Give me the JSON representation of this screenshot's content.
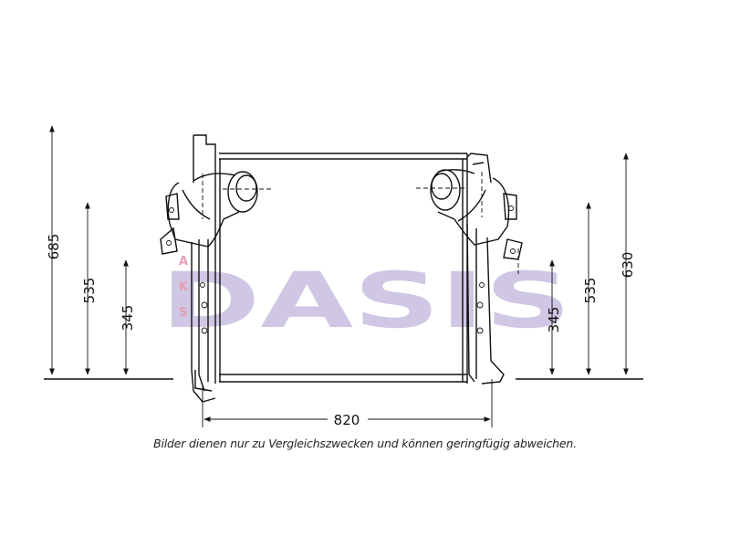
{
  "logo": {
    "text": "DASIS",
    "side_letters": [
      "A",
      "K",
      "S"
    ],
    "color": "#cfc7e4",
    "accent": "#e6a0b8"
  },
  "dimensions": {
    "left_outer": "685",
    "left_middle": "535",
    "left_inner": "345",
    "bottom_width": "820",
    "right_inner": "345",
    "right_middle": "535",
    "right_outer": "630"
  },
  "caption": "Bilder dienen nur zu Vergleichszwecken und können geringfügig abweichen."
}
